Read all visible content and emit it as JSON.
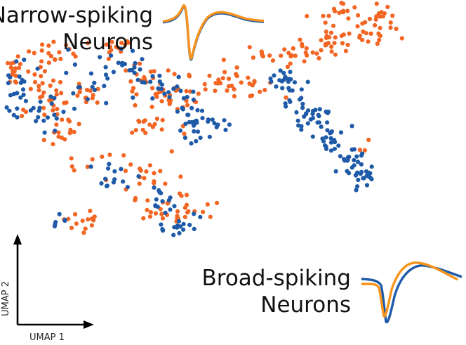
{
  "labels": {
    "narrow_line1": "Narrow-spiking",
    "narrow_line2": "Neurons",
    "broad_line1": "Broad-spiking",
    "broad_line2": "Neurons"
  },
  "chart_data": {
    "type": "scatter",
    "title": "",
    "xlabel": "UMAP 1",
    "ylabel": "UMAP 2",
    "xlim": [
      0,
      100
    ],
    "ylim": [
      0,
      100
    ],
    "grid": false,
    "legend": "none",
    "colors": {
      "narrow": "#F26522",
      "broad": "#1E5AA8"
    },
    "series": [
      {
        "color": "#F26522",
        "clusters": [
          {
            "cx": 3,
            "cy": 74,
            "sx": 1.2,
            "sy": 4,
            "n": 14,
            "seed": 11
          },
          {
            "cx": 9,
            "cy": 64,
            "sx": 3,
            "sy": 6,
            "n": 26,
            "seed": 12
          },
          {
            "cx": 11,
            "cy": 79,
            "sx": 3,
            "sy": 3,
            "n": 18,
            "seed": 13
          },
          {
            "cx": 18,
            "cy": 62,
            "sx": 3,
            "sy": 4,
            "n": 18,
            "seed": 14
          },
          {
            "cx": 33,
            "cy": 70,
            "sx": 4,
            "sy": 3,
            "n": 20,
            "seed": 15
          },
          {
            "cx": 27,
            "cy": 83,
            "sx": 2.5,
            "sy": 2,
            "n": 14,
            "seed": 16
          },
          {
            "cx": 40,
            "cy": 62,
            "sx": 4,
            "sy": 3,
            "n": 26,
            "seed": 17
          },
          {
            "cx": 52,
            "cy": 68,
            "sx": 4,
            "sy": 3,
            "n": 24,
            "seed": 18
          },
          {
            "cx": 59,
            "cy": 66,
            "sx": 3,
            "sy": 3,
            "n": 12,
            "seed": 19
          },
          {
            "cx": 35,
            "cy": 52,
            "sx": 4,
            "sy": 3,
            "n": 16,
            "seed": 20
          },
          {
            "cx": 13,
            "cy": 49,
            "sx": 3,
            "sy": 4,
            "n": 18,
            "seed": 21
          },
          {
            "cx": 24,
            "cy": 36,
            "sx": 4,
            "sy": 3,
            "n": 10,
            "seed": 22
          },
          {
            "cx": 33,
            "cy": 30,
            "sx": 3,
            "sy": 4,
            "n": 16,
            "seed": 23
          },
          {
            "cx": 41,
            "cy": 18,
            "sx": 5,
            "sy": 3,
            "n": 24,
            "seed": 24
          },
          {
            "cx": 36,
            "cy": 14,
            "sx": 3,
            "sy": 2,
            "n": 10,
            "seed": 25
          },
          {
            "cx": 18,
            "cy": 12,
            "sx": 3,
            "sy": 2,
            "n": 14,
            "seed": 26
          },
          {
            "cx": 79,
            "cy": 96,
            "sx": 3,
            "sy": 2,
            "n": 16,
            "seed": 27
          },
          {
            "cx": 86,
            "cy": 89,
            "sx": 4,
            "sy": 3,
            "n": 24,
            "seed": 28
          },
          {
            "cx": 77,
            "cy": 85,
            "sx": 3,
            "sy": 3,
            "n": 20,
            "seed": 29
          },
          {
            "cx": 71,
            "cy": 80,
            "sx": 3,
            "sy": 2,
            "n": 16,
            "seed": 30
          },
          {
            "cx": 64,
            "cy": 79,
            "sx": 3,
            "sy": 1.5,
            "n": 14,
            "seed": 31
          },
          {
            "cx": 89,
            "cy": 97,
            "sx": 1.5,
            "sy": 1.5,
            "n": 8,
            "seed": 32
          },
          {
            "cx": 85,
            "cy": 42,
            "sx": 1,
            "sy": 2,
            "n": 3,
            "seed": 33
          }
        ]
      },
      {
        "color": "#1E5AA8",
        "clusters": [
          {
            "cx": 3,
            "cy": 66,
            "sx": 1.5,
            "sy": 6,
            "n": 18,
            "seed": 41
          },
          {
            "cx": 8,
            "cy": 57,
            "sx": 3,
            "sy": 5,
            "n": 20,
            "seed": 42
          },
          {
            "cx": 17,
            "cy": 70,
            "sx": 3,
            "sy": 5,
            "n": 14,
            "seed": 43
          },
          {
            "cx": 29,
            "cy": 76,
            "sx": 3,
            "sy": 3,
            "n": 18,
            "seed": 44
          },
          {
            "cx": 37,
            "cy": 67,
            "sx": 4,
            "sy": 3,
            "n": 20,
            "seed": 45
          },
          {
            "cx": 44,
            "cy": 59,
            "sx": 4,
            "sy": 3,
            "n": 16,
            "seed": 46
          },
          {
            "cx": 47,
            "cy": 50,
            "sx": 4,
            "sy": 2.5,
            "n": 24,
            "seed": 47
          },
          {
            "cx": 25,
            "cy": 30,
            "sx": 3,
            "sy": 4,
            "n": 14,
            "seed": 48
          },
          {
            "cx": 38,
            "cy": 20,
            "sx": 4,
            "sy": 3,
            "n": 16,
            "seed": 49
          },
          {
            "cx": 40,
            "cy": 9,
            "sx": 2.5,
            "sy": 2,
            "n": 16,
            "seed": 50
          },
          {
            "cx": 14,
            "cy": 12,
            "sx": 2,
            "sy": 1.5,
            "n": 6,
            "seed": 51
          },
          {
            "cx": 65,
            "cy": 70,
            "sx": 2,
            "sy": 2,
            "n": 14,
            "seed": 52
          },
          {
            "cx": 68,
            "cy": 62,
            "sx": 2,
            "sy": 3,
            "n": 16,
            "seed": 53
          },
          {
            "cx": 72,
            "cy": 54,
            "sx": 2,
            "sy": 3,
            "n": 24,
            "seed": 54
          },
          {
            "cx": 76,
            "cy": 46,
            "sx": 2,
            "sy": 3,
            "n": 20,
            "seed": 55
          },
          {
            "cx": 81,
            "cy": 38,
            "sx": 2,
            "sy": 2.5,
            "n": 18,
            "seed": 56
          },
          {
            "cx": 84,
            "cy": 31,
            "sx": 1.5,
            "sy": 2.5,
            "n": 22,
            "seed": 57
          }
        ]
      }
    ]
  }
}
